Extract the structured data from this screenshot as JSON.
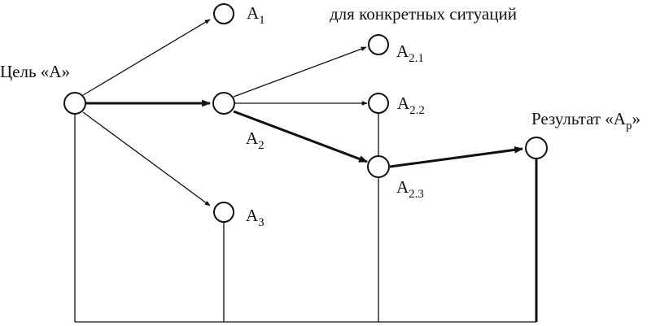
{
  "labels": {
    "goal": "Цель «А»",
    "a1": {
      "main": "A",
      "sub": "1"
    },
    "a2": {
      "main": "A",
      "sub": "2"
    },
    "a3": {
      "main": "A",
      "sub": "3"
    },
    "a21": {
      "main": "A",
      "sub": "2.1"
    },
    "a22": {
      "main": "A",
      "sub": "2.2"
    },
    "a23": {
      "main": "A",
      "sub": "2.3"
    },
    "situations": "для конкретных ситуаций",
    "result": {
      "prefix": "Результат «А",
      "sub": "р",
      "suffix": "»"
    }
  },
  "colors": {
    "ink": "#111111",
    "background": "#ffffff"
  }
}
